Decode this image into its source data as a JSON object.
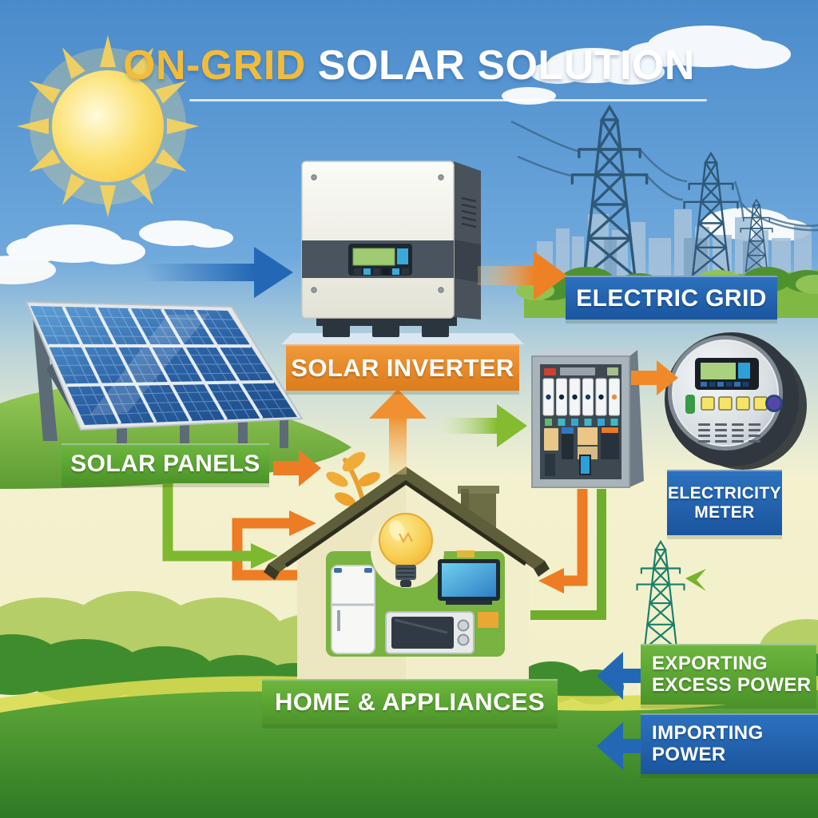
{
  "title": {
    "highlight": "ON-GRID",
    "rest": " SOLAR SOLUTION"
  },
  "labels": {
    "solar_panels": "SOLAR PANELS",
    "solar_inverter": "SOLAR INVERTER",
    "electric_grid": "ELECTRIC GRID",
    "electricity_meter": "ELECTRICITY METER",
    "home_appliances": "HOME & APPLIANCES",
    "exporting_excess_power": "EXPORTING EXCESS POWER",
    "importing_power": "IMPORTING POWER"
  },
  "colors": {
    "title_highlight": "#F2BC3B",
    "title_text": "#FFFFFF",
    "label_green": "#55A336",
    "label_orange": "#E68624",
    "label_blue": "#1F5FAC",
    "arrow_blue": "#2368B5",
    "arrow_orange": "#ED7D23",
    "arrow_green": "#7DB92E",
    "sky_top": "#4A8BCB",
    "ground_cream": "#F5F2CE",
    "grass_green": "#5FA838",
    "pylon_steel": "#2F5878",
    "pylon_teal": "#17806B",
    "sun_yellow": "#F8D35C"
  },
  "illustrations": [
    "sun-icon",
    "cloud-icon",
    "solar-panel-array",
    "solar-inverter-unit",
    "transmission-tower-icon",
    "city-skyline",
    "breaker-panel-unit",
    "electricity-meter-unit",
    "house-illustration",
    "light-bulb-icon",
    "refrigerator-icon",
    "tv-icon",
    "microwave-icon",
    "sprout-icon"
  ]
}
